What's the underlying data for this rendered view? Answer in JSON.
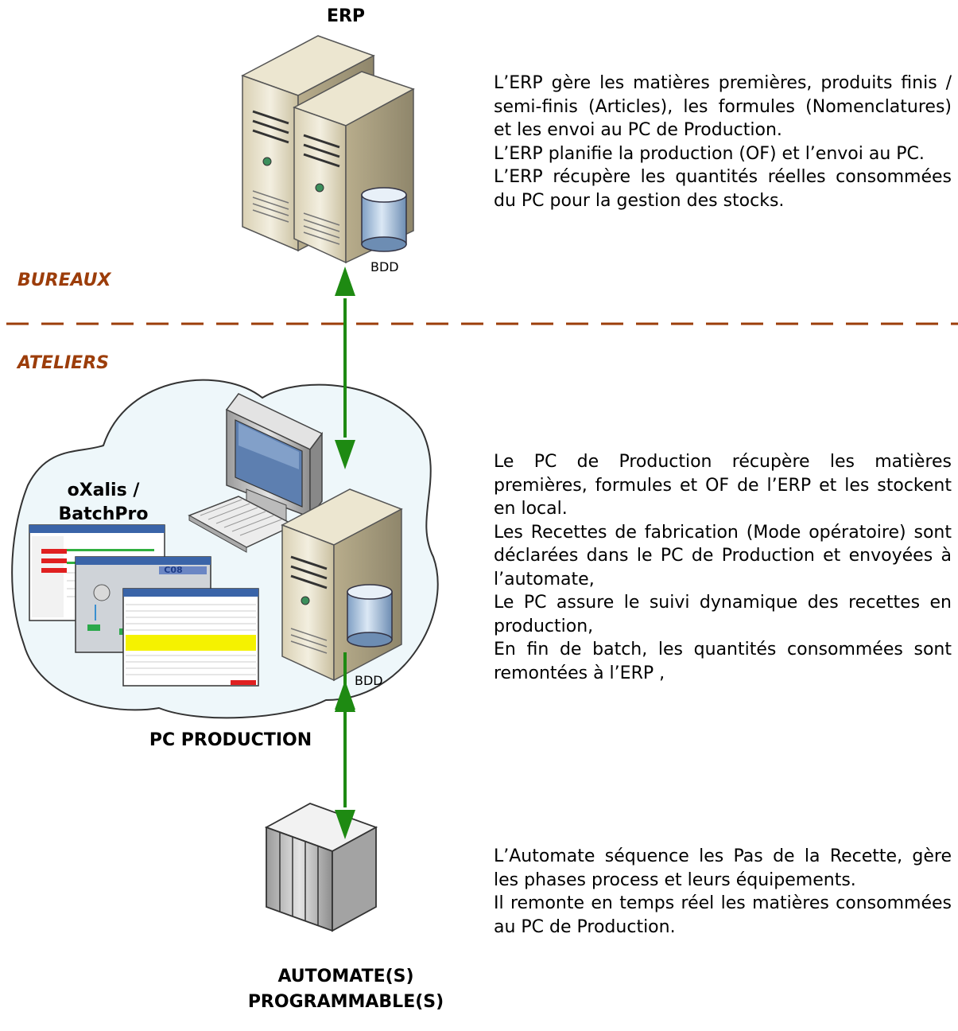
{
  "erp": {
    "title": "ERP",
    "db_label": "BDD",
    "description": [
      "L’ERP gère les matières premières, produits finis / semi-finis (Articles), les formules (Nomenclatures) et les envoi au PC de Production.",
      "L’ERP planifie la production (OF) et l’envoi au PC.",
      "L’ERP récupère les quantités réelles consommées du PC pour la gestion des stocks."
    ]
  },
  "zones": {
    "office": "BUREAUX",
    "workshop": "ATELIERS"
  },
  "pc": {
    "title": "PC PRODUCTION",
    "software": "oXalis / BatchPro",
    "screen_label": "C08",
    "db_label": "BDD",
    "description": [
      "Le PC de Production récupère les matières premières, formules et OF de l’ERP et les stockent en local.",
      "Les Recettes de fabrication (Mode opératoire) sont déclarées dans le PC de Production et envoyées à l’automate,",
      "Le PC assure le suivi dynamique des recettes en production,",
      "En fin de batch, les quantités consommées sont remontées à l’ERP ,"
    ]
  },
  "plc": {
    "title_line1": "AUTOMATE(S)",
    "title_line2": "PROGRAMMABLE(S)",
    "description": [
      "L’Automate séquence les Pas de la Recette, gère les phases process et leurs équipements.",
      "Il remonte en temps réel les matières consommées au PC de Production."
    ]
  },
  "colors": {
    "zone_label": "#9c3d0a",
    "divider": "#9c3d0a",
    "arrow": "#1e8a12",
    "cloud_fill": "#eef7fa"
  }
}
